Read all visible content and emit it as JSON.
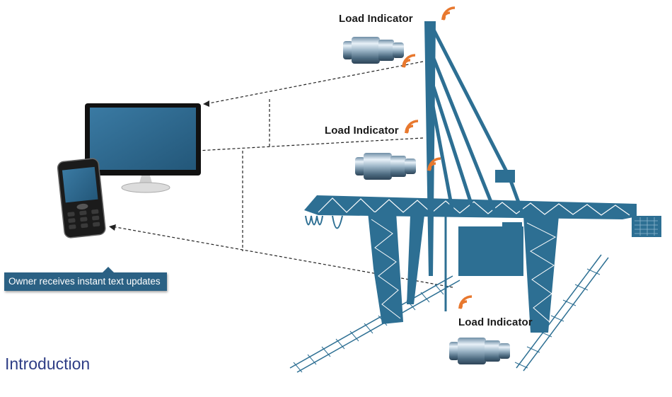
{
  "labels": {
    "load_indicator_top": "Load Indicator",
    "load_indicator_mid": "Load Indicator",
    "load_indicator_bottom": "Load Indicator"
  },
  "caption": "Owner receives instant text updates",
  "section_heading": "Introduction",
  "colors": {
    "crane": "#2d6f93",
    "signal": "#e8782e",
    "caption_bg": "#2b6184",
    "heading": "#2f3e86",
    "screen": "#2c6a92"
  },
  "icons": {
    "signal": "wifi-signal-icon",
    "load_cell": "load-cell-icon",
    "monitor": "monitor-icon",
    "phone": "mobile-phone-icon",
    "crane": "gantry-crane"
  }
}
